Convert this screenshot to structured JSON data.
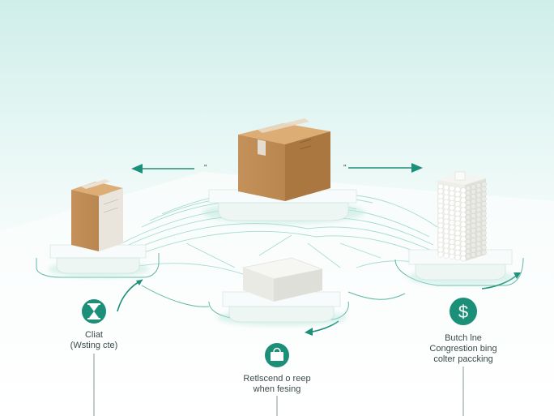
{
  "colors": {
    "teal": "#1c8f78",
    "teal_light": "#8fd6c8",
    "cardboard": "#c9975f",
    "cardboard_dark": "#a9773f",
    "foam": "#f2f2ee"
  },
  "icons": {
    "left": "hourglass-icon",
    "center": "shopping-bag-icon",
    "right": "dollar-icon"
  },
  "labels": {
    "left": "Cliat\n(Wsting cte)",
    "center": "Retlscend o reep\nwhen fesing",
    "right": "Butch lne\nCongrestion bing\ncolter paccking"
  },
  "arrow_marks": {
    "left": "\"",
    "right": "\""
  },
  "dollar_symbol": "$"
}
